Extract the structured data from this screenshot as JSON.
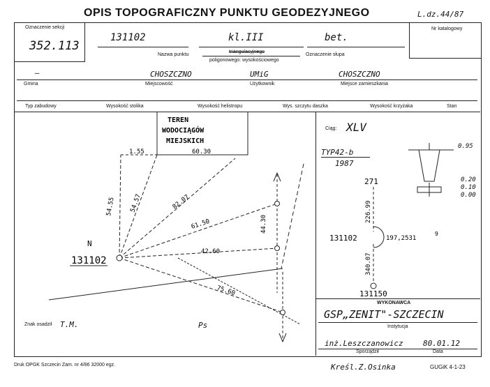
{
  "header": {
    "title": "OPIS TOPOGRAFICZNY PUNKTU GEODEZYJNEGO",
    "ref": "L.dz.44/87"
  },
  "section": {
    "label": "Oznaczenie sekcji",
    "value": "352.113"
  },
  "catalog": {
    "label": "Nr katalogowy",
    "value": ""
  },
  "point": {
    "name": "131102",
    "class": "kl.III",
    "marker": "bet.",
    "name_label": "Nazwa punktu",
    "network_top": "triangulacyjnego",
    "network_bottom": "poligonowego: wysokościowego",
    "marker_label": "Oznaczenie słupa"
  },
  "location": {
    "gmina": "—",
    "gmina_label": "Gmina",
    "locality": "CHOSZCZNO",
    "locality_label": "Miejscowość",
    "user": "UMiG",
    "user_label": "Użytkownik",
    "residence": "CHOSZCZNO",
    "residence_label": "Miejsce zamieszkania"
  },
  "row3_labels": [
    "Typ zabudowy",
    "Wysokość stolika",
    "Wysokość helistropu",
    "Wys. szczytu daszka",
    "Wysokość krzyżaka",
    "Stan"
  ],
  "sketch": {
    "area_label_1": "TEREN",
    "area_label_2": "WODOCIĄGÓW",
    "area_label_3": "MIEJSKICH",
    "north": "N",
    "point_name": "131102",
    "dims": [
      "1.55",
      "60.30",
      "54.55",
      "54.57",
      "82.07",
      "61.50",
      "44.30",
      "42.60",
      "75.60"
    ],
    "sign_label": "Znak osadził",
    "sign_value": "T.M.",
    "ps": "Ps"
  },
  "right": {
    "ciag_label": "Ciąg:",
    "ciag_value": "XLV",
    "type": "TYP42-b",
    "year": "1987",
    "h1": "0.95",
    "h2": "0.20",
    "h3": "0.10",
    "h4": "0.00",
    "top_point": "271",
    "dist1": "226.99",
    "mid_point": "131102",
    "angle": "197,2531",
    "angle_sup": "9",
    "dist2": "340.07",
    "bottom_point": "131150"
  },
  "executor": {
    "label": "WYKONAWCA",
    "name": "GSP„ZENIT\"-SZCZECIN",
    "inst_label": "Instytucja",
    "author": "inż.Leszczanowicz",
    "author_label": "Sporządził",
    "date": "80.01.12",
    "date_label": "Data"
  },
  "footer": {
    "print": "Druk OPGK Szczecin Zam. nr 4/86   32000 egz.",
    "drawn": "Kreśl.Z.Osinka",
    "form": "GUGiK 4-1-23"
  }
}
